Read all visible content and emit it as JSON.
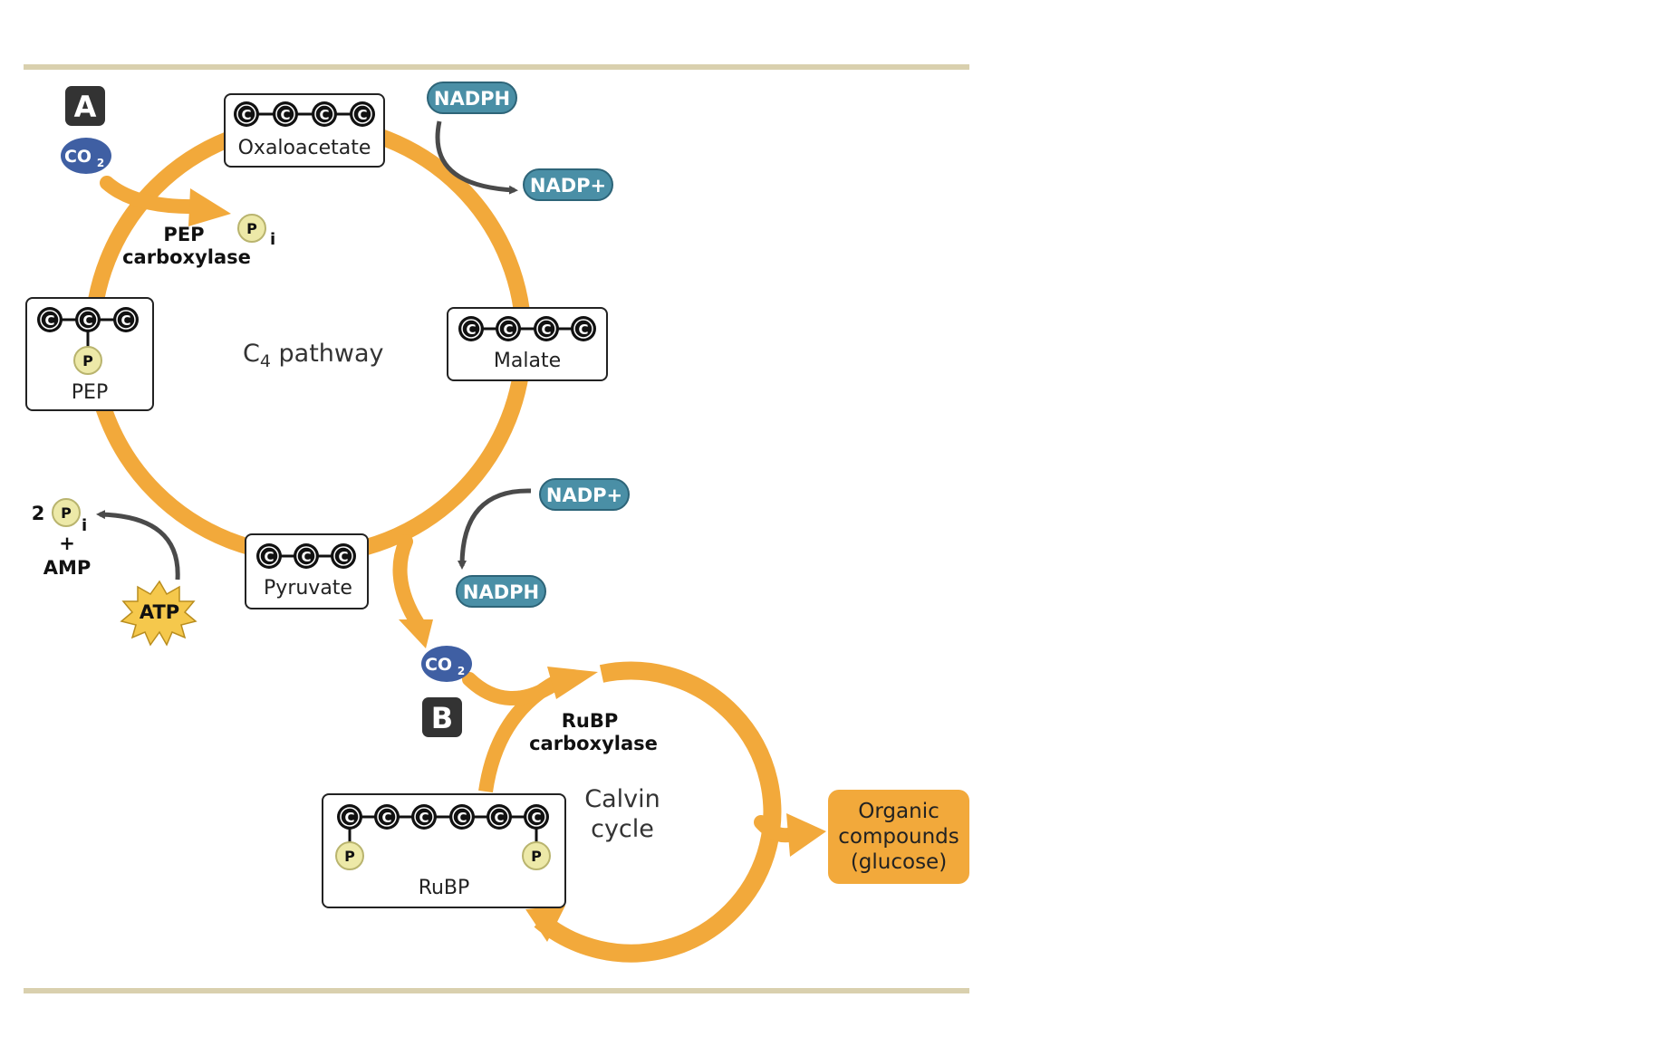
{
  "markers": {
    "a": "A",
    "b": "B"
  },
  "molecules": {
    "oxaloacetate": "Oxaloacetate",
    "malate": "Malate",
    "pep": "PEP",
    "pyruvate": "Pyruvate",
    "rubp": "RuBP"
  },
  "carbon_symbol": "C",
  "phosphate_symbol": "P",
  "phosphate_subscript": "i",
  "co2": {
    "main": "CO",
    "sub": "2"
  },
  "cofactors": {
    "nadph": "NADPH",
    "nadp_plus": "NADP+",
    "atp": "ATP",
    "amp": "AMP",
    "two": "2",
    "plus": "+"
  },
  "enzymes": {
    "pep_carboxylase": [
      "PEP",
      "carboxylase"
    ],
    "rubp_carboxylase": [
      "RuBP",
      "carboxylase"
    ]
  },
  "cycles": {
    "c4": {
      "main": "C",
      "sub": "4",
      "rest": " pathway"
    },
    "calvin": [
      "Calvin",
      "cycle"
    ]
  },
  "output": [
    "Organic",
    "compounds",
    "(glucose)"
  ],
  "colors": {
    "cycle_arrow": "#F2A93B",
    "cofactor_pill": "#4A8FA6",
    "co2_oval": "#3F5FA3",
    "phosphate": "#EDE9A8",
    "carbon": "#111111",
    "output_box": "#F2A93B",
    "rule_line": "#D9D0AE"
  }
}
